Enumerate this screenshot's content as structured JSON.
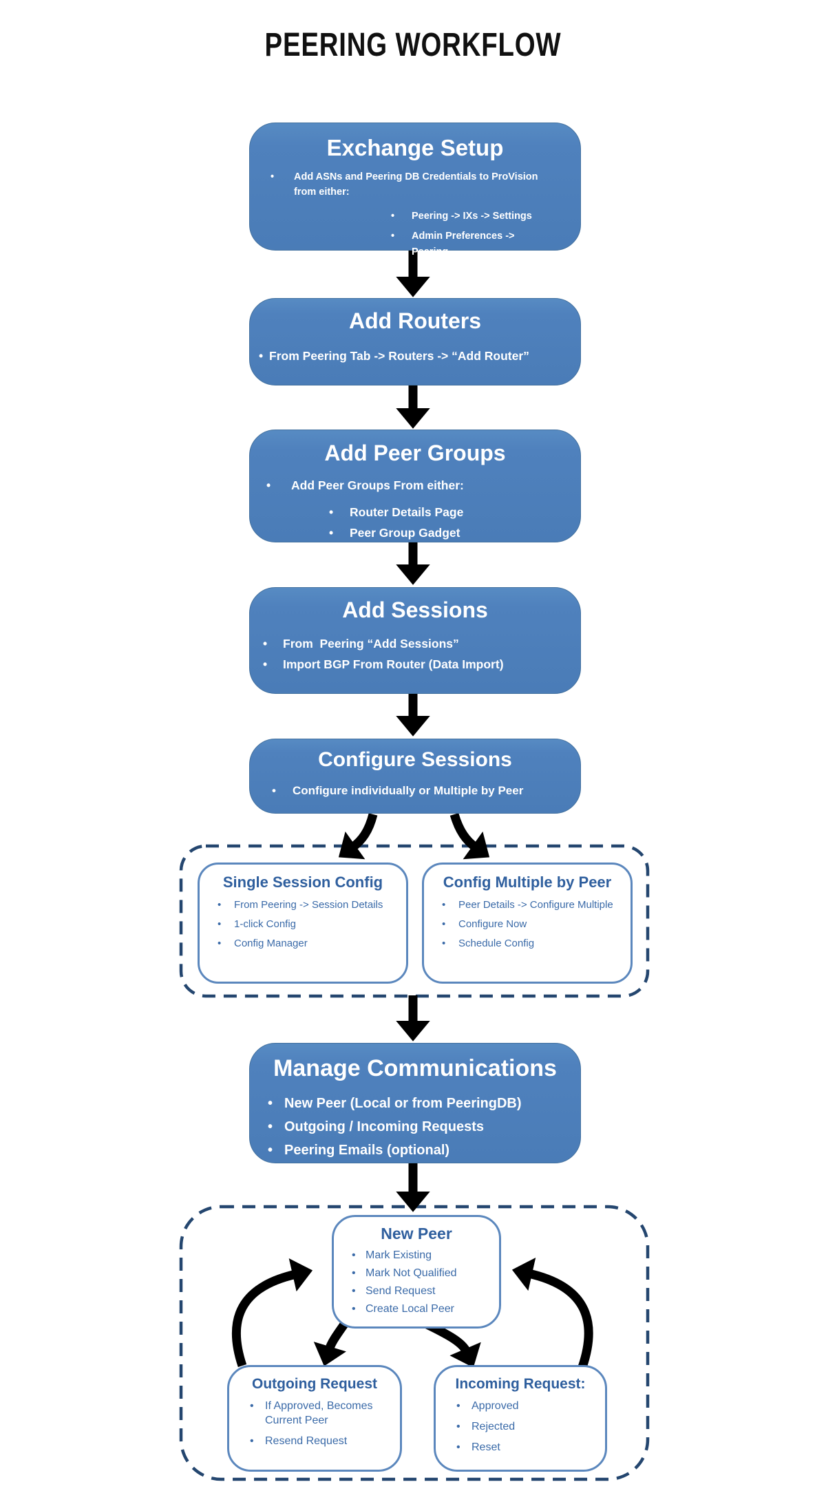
{
  "title": "PEERING WORKFLOW",
  "colors": {
    "node_fill": "#4f81bd",
    "node_text": "#ffffff",
    "outline_box_border": "#5b87bd",
    "outline_box_title": "#2f5f9e",
    "outline_box_text": "#3a6aa8",
    "dashed_container_border": "#24466f",
    "arrow": "#000000",
    "page_title": "#101010"
  },
  "boxes": {
    "exchange_setup": {
      "title": "Exchange Setup",
      "bullet1": "Add ASNs and Peering DB Credentials to ProVision from either:",
      "sub1": "Peering -> IXs -> Settings",
      "sub2": "Admin Preferences -> Peering"
    },
    "add_routers": {
      "title": "Add Routers",
      "bullet1": "From Peering Tab -> Routers -> “Add Router”"
    },
    "add_peer_groups": {
      "title": "Add Peer Groups",
      "bullet1": "Add Peer Groups From either:",
      "sub1": "Router Details Page",
      "sub2": "Peer Group Gadget"
    },
    "add_sessions": {
      "title": "Add Sessions",
      "bullet1": "From  Peering “Add Sessions”",
      "bullet2": "Import BGP From Router (Data Import)"
    },
    "configure_sessions": {
      "title": "Configure Sessions",
      "bullet1": "Configure individually or Multiple by Peer"
    },
    "single_session_config": {
      "title": "Single Session Config",
      "bullet1": "From Peering -> Session Details",
      "bullet2": "1-click Config",
      "bullet3": "Config Manager"
    },
    "config_multiple_by_peer": {
      "title": "Config Multiple by Peer",
      "bullet1": "Peer Details -> Configure Multiple",
      "bullet2": "Configure Now",
      "bullet3": "Schedule Config"
    },
    "manage_communications": {
      "title": "Manage Communications",
      "bullet1": "New Peer (Local or from PeeringDB)",
      "bullet2": "Outgoing / Incoming Requests",
      "bullet3": "Peering Emails (optional)"
    },
    "new_peer": {
      "title": "New Peer",
      "bullet1": "Mark Existing",
      "bullet2": "Mark Not Qualified",
      "bullet3": "Send Request",
      "bullet4": "Create Local Peer"
    },
    "outgoing_request": {
      "title": "Outgoing Request",
      "bullet1": "If Approved, Becomes Current Peer",
      "bullet2": "Resend Request"
    },
    "incoming_request": {
      "title": "Incoming Request:",
      "bullet1": "Approved",
      "bullet2": "Rejected",
      "bullet3": "Reset"
    }
  }
}
